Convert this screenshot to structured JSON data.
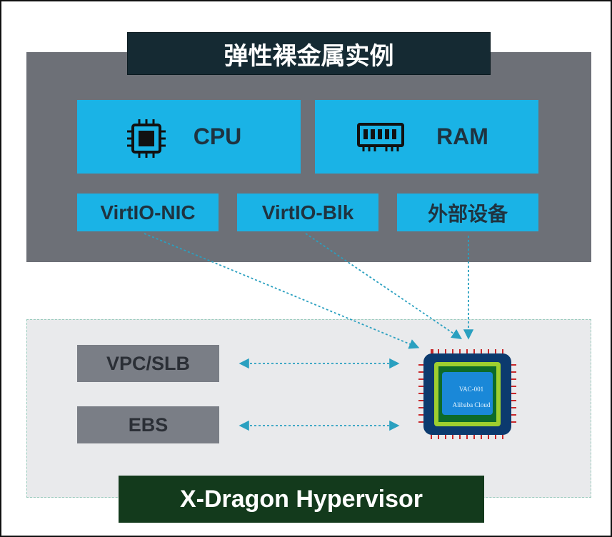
{
  "instance": {
    "title": "弹性裸金属实例",
    "cpu_label": "CPU",
    "ram_label": "RAM",
    "devices": [
      "VirtIO-NIC",
      "VirtIO-Blk",
      "外部设备"
    ]
  },
  "hypervisor": {
    "services": [
      "VPC/SLB",
      "EBS"
    ],
    "chip_model": "VAC-001",
    "chip_brand": "Alibaba Cloud",
    "title": "X-Dragon Hypervisor"
  },
  "colors": {
    "panel_gray": "#6d7077",
    "block_blue": "#1ab3e6",
    "title_banner": "#152a33",
    "hypervisor_banner": "#133a1c",
    "chip_navy": "#0c3a6e",
    "chip_green": "#9fcf2f",
    "arrow": "#2aa0c0"
  },
  "icons": [
    "cpu-chip-icon",
    "ram-module-icon"
  ]
}
